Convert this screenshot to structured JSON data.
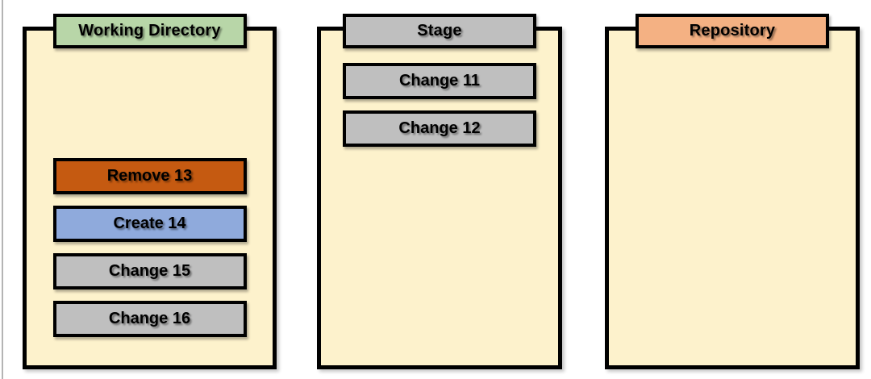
{
  "colors": {
    "background": "#ffffff",
    "edge_line": "#b4b4b4",
    "panel_fill": "#fdf2cc",
    "border": "#000000",
    "header_green": "#b8d6a8",
    "header_gray": "#bfbfbf",
    "header_salmon": "#f4b183",
    "item_gray": "#bfbfbf",
    "item_dark_orange": "#c55a11",
    "item_light_blue": "#8faadc"
  },
  "panels": [
    {
      "title": "Working Directory",
      "header_color": "#b8d6a8",
      "items": [
        {
          "label": "Remove 13",
          "color": "#c55a11"
        },
        {
          "label": "Create 14",
          "color": "#8faadc"
        },
        {
          "label": "Change 15",
          "color": "#bfbfbf"
        },
        {
          "label": "Change 16",
          "color": "#bfbfbf"
        }
      ]
    },
    {
      "title": "Stage",
      "header_color": "#bfbfbf",
      "items": [
        {
          "label": "Change 11",
          "color": "#bfbfbf"
        },
        {
          "label": "Change 12",
          "color": "#bfbfbf"
        }
      ]
    },
    {
      "title": "Repository",
      "header_color": "#f4b183",
      "items": []
    }
  ]
}
